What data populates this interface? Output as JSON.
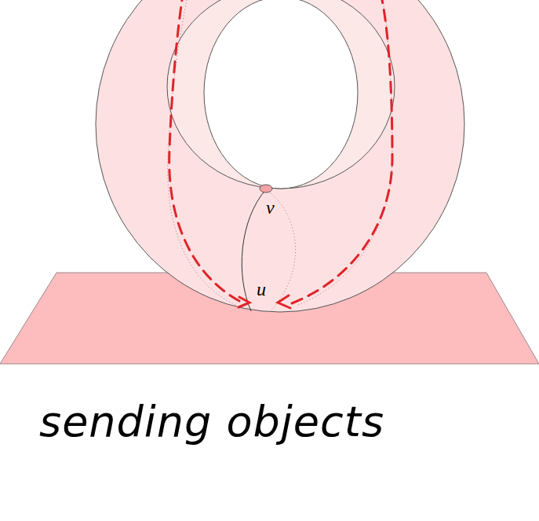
{
  "diagram": {
    "labels": [
      "v",
      "u",
      "sending objects"
    ]
  }
}
